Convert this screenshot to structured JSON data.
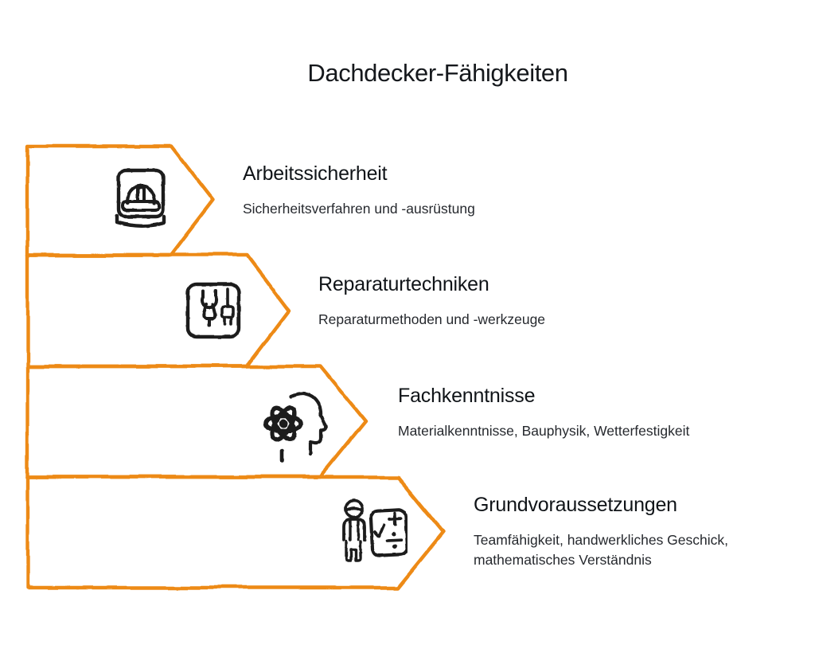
{
  "title": "Dachdecker-Fähigkeiten",
  "colors": {
    "accent": "#ED8A14",
    "ink": "#1B1B1B"
  },
  "levels": [
    {
      "icon": "hard-hat-manual-icon",
      "title": "Arbeitssicherheit",
      "description": "Sicherheitsverfahren und -ausrüstung"
    },
    {
      "icon": "wrench-screwdriver-icon",
      "title": "Reparaturtechniken",
      "description": "Reparaturmethoden und -werkzeuge"
    },
    {
      "icon": "knowledge-head-atom-icon",
      "title": "Fachkenntnisse",
      "description": "Materialkenntnisse, Bauphysik, Wetterfestigkeit"
    },
    {
      "icon": "person-math-board-icon",
      "title": "Grundvoraussetzungen",
      "description": "Teamfähigkeit, handwerkliches Geschick, mathematisches Verständnis"
    }
  ]
}
